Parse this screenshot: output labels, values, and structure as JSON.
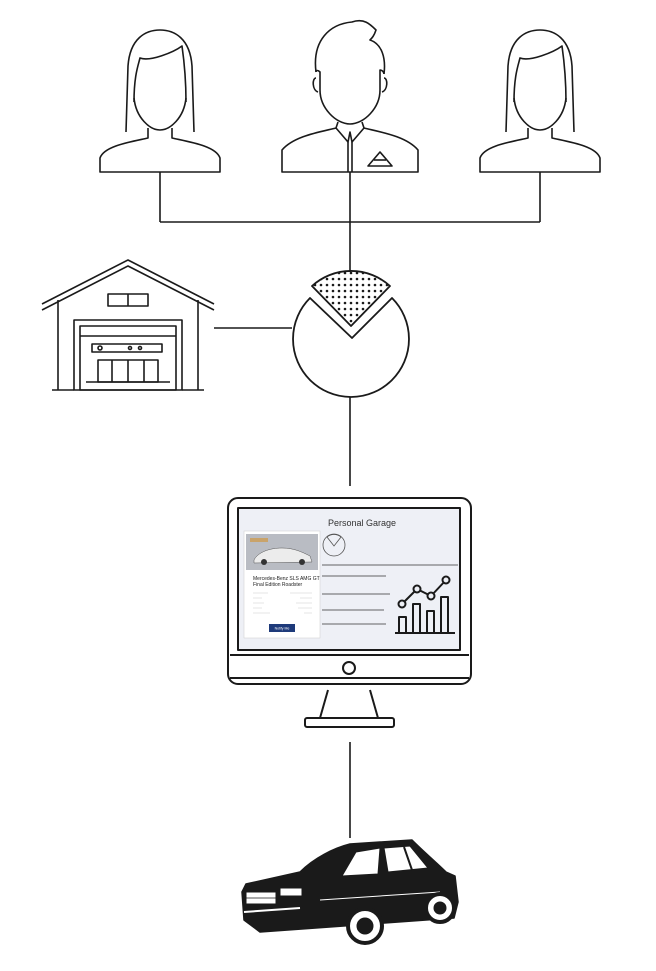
{
  "screen": {
    "title": "Personal Garage",
    "card": {
      "car_name_line1": "Mercedes-Benz SLS AMG GT",
      "car_name_line2": "Final Edition Roadster",
      "rows": [
        {
          "label": "",
          "value": ""
        },
        {
          "label": "",
          "value": ""
        },
        {
          "label": "",
          "value": ""
        },
        {
          "label": "",
          "value": ""
        },
        {
          "label": "",
          "value": ""
        }
      ],
      "button_label": "Notify Me"
    }
  },
  "icons": {
    "people": [
      "woman-icon",
      "man-icon",
      "woman-icon"
    ],
    "garage": "garage-icon",
    "pie": "pie-chart-icon",
    "monitor": "monitor-icon",
    "car": "car-icon",
    "bar_chart": "bar-chart-icon"
  },
  "colors": {
    "stroke": "#1a1a1a",
    "screen_bg": "#eef0f6",
    "button": "#1e3a7a"
  }
}
